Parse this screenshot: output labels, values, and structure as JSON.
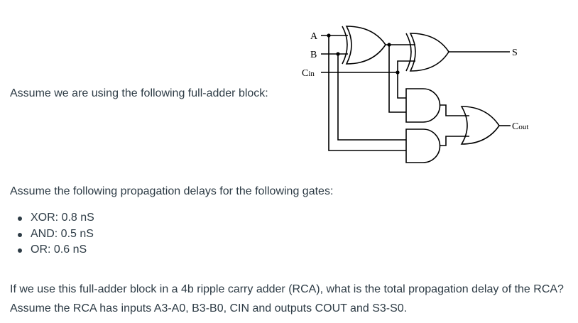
{
  "intro": {
    "text": "Assume we are using the following full-adder block:"
  },
  "circuit": {
    "title": "Full-adder block",
    "inputs": [
      "A",
      "B",
      "Cin"
    ],
    "outputs": [
      "S",
      "Cout"
    ],
    "labels": {
      "a": "A",
      "b": "B",
      "cin_main": "C",
      "cin_sub": "in",
      "s": "S",
      "cout_main": "C",
      "cout_sub": "out"
    },
    "gates": [
      {
        "type": "XOR",
        "inputs": [
          "A",
          "B"
        ],
        "output": "A xor B"
      },
      {
        "type": "XOR",
        "inputs": [
          "A xor B",
          "Cin"
        ],
        "output": "S"
      },
      {
        "type": "AND",
        "inputs": [
          "Cin",
          "A xor B"
        ],
        "output": "t1"
      },
      {
        "type": "AND",
        "inputs": [
          "B",
          "A"
        ],
        "output": "t2"
      },
      {
        "type": "OR",
        "inputs": [
          "t1",
          "t2"
        ],
        "output": "Cout"
      }
    ]
  },
  "delays": {
    "heading": "Assume the following propagation delays for the following gates:",
    "items": [
      {
        "gate": "XOR",
        "text": "XOR: 0.8 nS",
        "value_ns": 0.8
      },
      {
        "gate": "AND",
        "text": "AND: 0.5 nS",
        "value_ns": 0.5
      },
      {
        "gate": "OR",
        "text": "OR: 0.6 nS",
        "value_ns": 0.6
      }
    ]
  },
  "question": {
    "text": "If we use this full-adder block in a 4b ripple carry adder (RCA), what is the total propagation delay of the RCA? Assume the RCA has inputs A3-A0, B3-B0, CIN and outputs COUT and S3-S0."
  },
  "colors": {
    "text": "#2d3b45",
    "circuit_stroke": "#000000",
    "background": "#ffffff"
  }
}
